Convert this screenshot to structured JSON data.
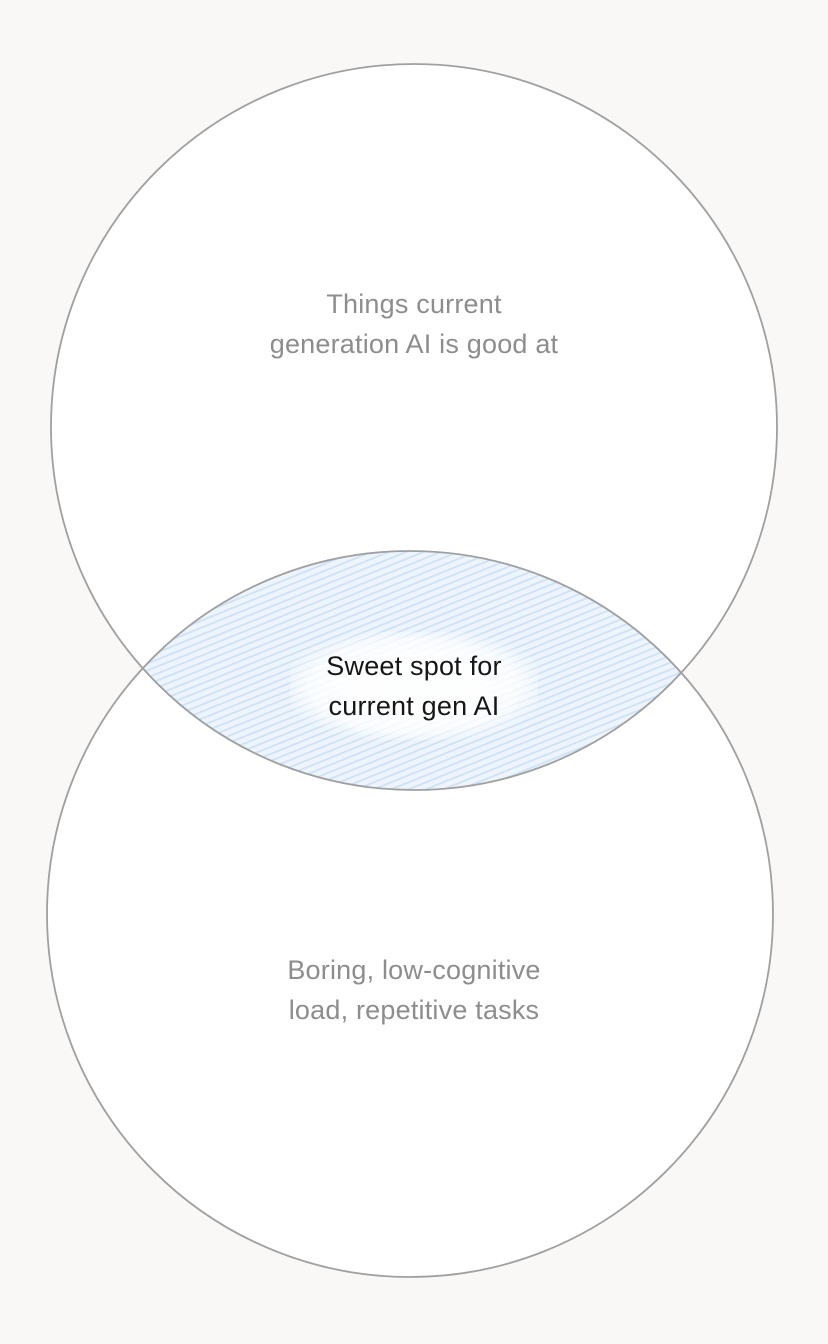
{
  "diagram": {
    "type": "venn-2-circle",
    "background_color": "#f9f8f7",
    "circle_fill": "#ffffff",
    "circle_stroke": "#a0a0a0",
    "intersection_base_color": "#edf4fc",
    "intersection_stripe_color": "#cde2f7",
    "muted_label_color": "#8d8d8d",
    "emphasis_label_color": "#161616",
    "sets": [
      {
        "id": "top-circle",
        "label_lines": [
          "Things current",
          "generation AI is good at"
        ]
      },
      {
        "id": "bottom-circle",
        "label_lines": [
          "Boring, low-cognitive",
          "load, repetitive tasks"
        ]
      }
    ],
    "intersection": {
      "label_lines": [
        "Sweet spot for",
        "current gen AI"
      ]
    }
  }
}
